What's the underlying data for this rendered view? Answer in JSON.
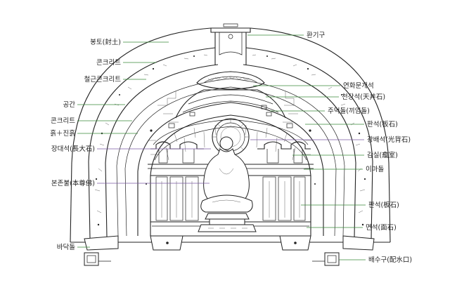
{
  "labels_left": [
    {
      "id": "bongto",
      "text": "봉토(封土)"
    },
    {
      "id": "concrete-outer",
      "text": "콘크리트"
    },
    {
      "id": "rebar-concrete",
      "text": "철근콘크리트"
    },
    {
      "id": "space",
      "text": "공간"
    },
    {
      "id": "concrete-inner",
      "text": "콘크리트"
    },
    {
      "id": "soil-clay",
      "text": "흙＋진흙"
    },
    {
      "id": "jangdaeseok",
      "text": "장대석(長大石)"
    },
    {
      "id": "bonjonbul",
      "text": "본존불(本尊佛)"
    },
    {
      "id": "badakdol",
      "text": "바닥돌"
    }
  ],
  "labels_right": [
    {
      "id": "hwangigu",
      "text": "환기구"
    },
    {
      "id": "yeonhwa",
      "text": "연화문개석"
    },
    {
      "id": "cheonjangseok",
      "text": "천장석(天井石)"
    },
    {
      "id": "jumeokdol",
      "text": "주먹돌(끼임돌)"
    },
    {
      "id": "panseok-upper",
      "text": "판석(板石)"
    },
    {
      "id": "gwangbaeseok",
      "text": "광배석(光背石)"
    },
    {
      "id": "gamsil",
      "text": "감실(龕室)"
    },
    {
      "id": "imadol",
      "text": "이마돌"
    },
    {
      "id": "panseok-lower",
      "text": "판석(板石)"
    },
    {
      "id": "myeonseok",
      "text": "면석(面石)"
    },
    {
      "id": "baesugu",
      "text": "배수구(配水口)"
    }
  ]
}
